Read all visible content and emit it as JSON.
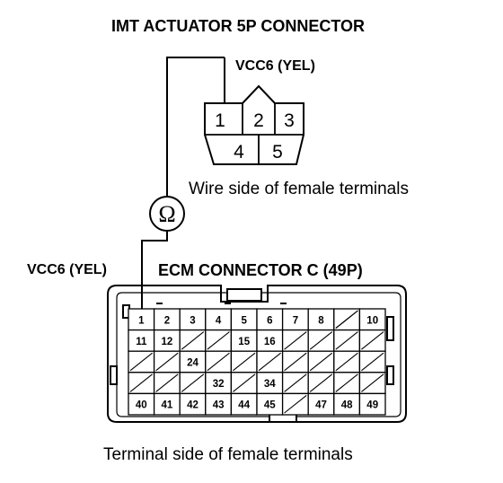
{
  "imt_connector": {
    "title": "IMT ACTUATOR 5P CONNECTOR",
    "wire_label": "VCC6 (YEL)",
    "caption": "Wire side of female terminals",
    "pins": [
      "1",
      "2",
      "3",
      "4",
      "5"
    ]
  },
  "meter": {
    "symbol": "Ω"
  },
  "ecm_connector": {
    "title": "ECM CONNECTOR C (49P)",
    "wire_label": "VCC6 (YEL)",
    "caption": "Terminal side of female terminals",
    "row1": [
      "1",
      "2",
      "3",
      "4",
      "5",
      "6",
      "7",
      "8",
      "",
      "10"
    ],
    "row2": [
      "11",
      "12",
      "",
      "",
      "15",
      "16",
      "",
      "",
      "",
      ""
    ],
    "row3": [
      "",
      "",
      "24",
      "",
      "",
      "",
      "",
      "",
      "",
      ""
    ],
    "row4": [
      "",
      "",
      "",
      "32",
      "",
      "34",
      "",
      "",
      "",
      ""
    ],
    "row5": [
      "40",
      "41",
      "42",
      "43",
      "44",
      "45",
      "",
      "47",
      "48",
      "49"
    ]
  }
}
